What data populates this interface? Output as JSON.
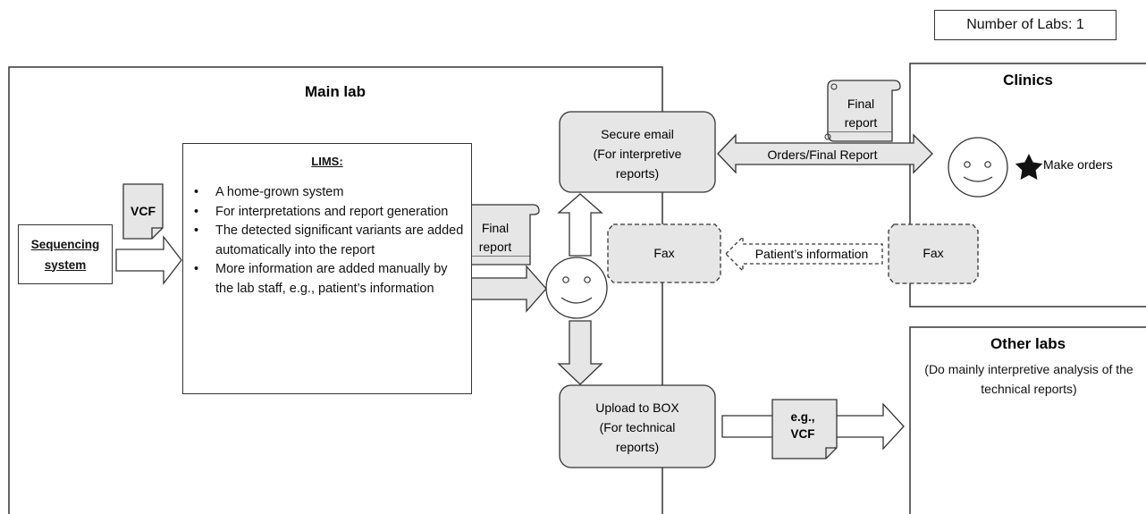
{
  "header": {
    "labs_counter": "Number of Labs: 1"
  },
  "main_lab": {
    "title": "Main lab"
  },
  "sequencing": {
    "label": "Sequencing system"
  },
  "vcf_doc": {
    "label": "VCF"
  },
  "lims": {
    "title": "LIMS:",
    "items": [
      "A home-grown system",
      "For interpretations and report generation",
      "The detected significant variants are added automatically into the report",
      "More information are added manually by the lab staff, e.g., patient’s information"
    ]
  },
  "final_report_main": {
    "line1": "Final",
    "line2": "report"
  },
  "secure_email": {
    "line1": "Secure email",
    "line2": "(For interpretive",
    "line3": "reports)"
  },
  "fax_main": {
    "label": "Fax"
  },
  "upload_box": {
    "line1": "Upload to BOX",
    "line2": "(For technical",
    "line3": "reports)"
  },
  "clinics": {
    "title": "Clinics",
    "final_report": {
      "line1": "Final",
      "line2": "report"
    },
    "orders_arrow_label": "Orders/Final Report",
    "make_orders": "Make orders",
    "fax": {
      "label": "Fax"
    },
    "patient_info_label": "Patient’s information"
  },
  "other_labs": {
    "title": "Other labs",
    "description": "(Do mainly interpretive analysis of the technical reports)",
    "doc": {
      "line1": "e.g.,",
      "line2": "VCF"
    }
  },
  "colors": {
    "fill": "#e6e6e6",
    "stroke": "#333333",
    "background": "#ffffff"
  }
}
